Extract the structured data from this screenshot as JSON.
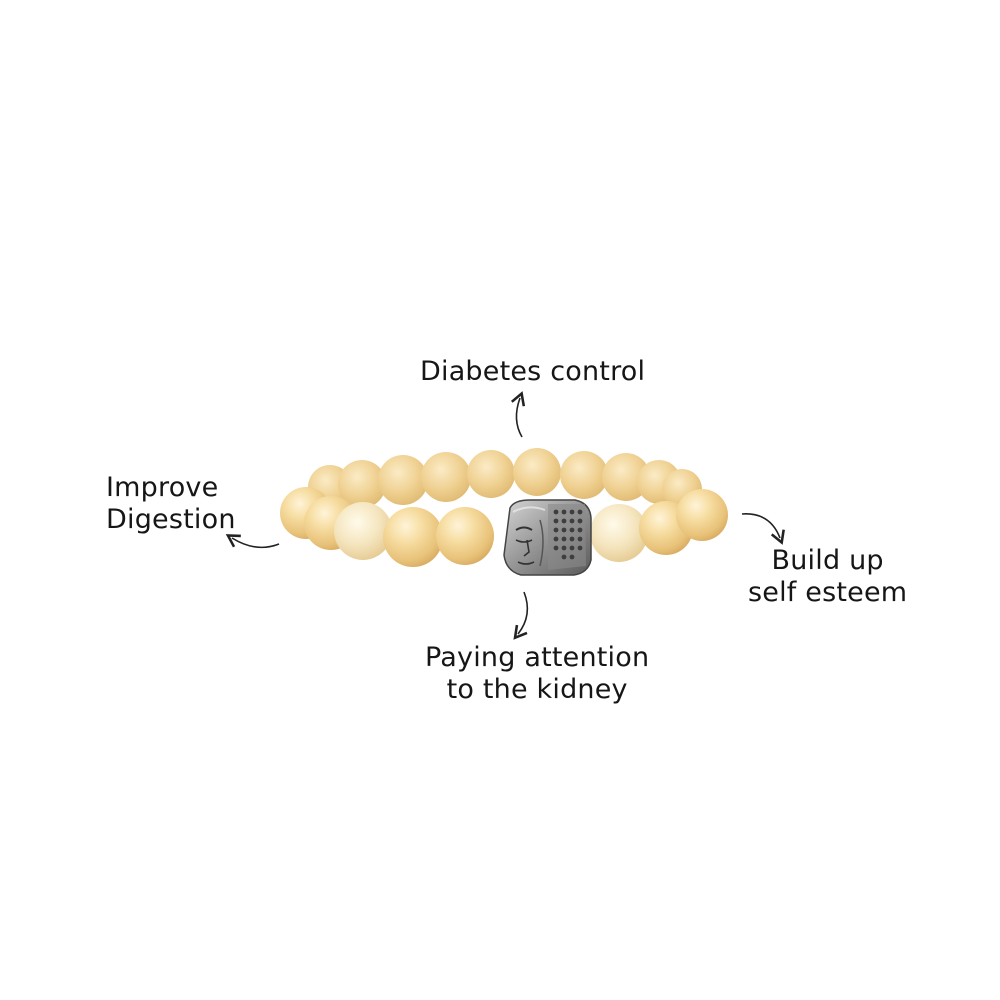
{
  "image": {
    "subject": "bracelet",
    "background_color": "#ffffff",
    "bead_color": "#f0cf8a",
    "charm_color": "#8e8e8e"
  },
  "labels": {
    "diabetes": "Diabetes control",
    "digestion": [
      "Improve",
      "Digestion"
    ],
    "esteem": [
      "Build up",
      "self esteem"
    ],
    "kidney": [
      "Paying attention",
      "to the kidney"
    ]
  }
}
